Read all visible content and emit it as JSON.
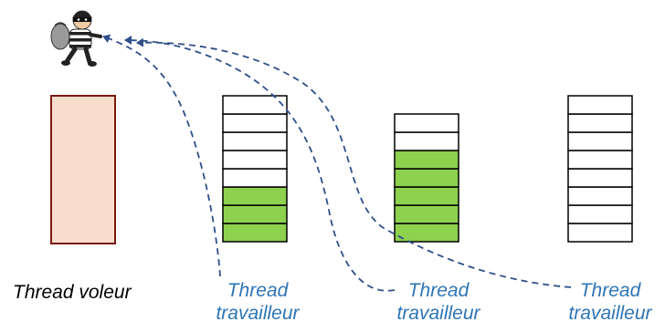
{
  "labels": {
    "thief": "Thread voleur",
    "workers": [
      {
        "line1": "Thread",
        "line2": "travailleur"
      },
      {
        "line1": "Thread",
        "line2": "travailleur"
      },
      {
        "line1": "Thread",
        "line2": "travailleur"
      }
    ]
  },
  "queues": [
    {
      "slots": 8,
      "filled": 3
    },
    {
      "slots": 7,
      "filled": 5
    },
    {
      "slots": 8,
      "filled": 0
    }
  ],
  "icons": {
    "thief": "burglar-icon"
  },
  "colors": {
    "thief_box_fill": "#f8dccc",
    "thief_box_stroke": "#7a1a14",
    "slot_filled": "#8ed14f",
    "slot_empty": "#ffffff",
    "slot_stroke": "#000000",
    "arrow": "#2f4f8a",
    "worker_label": "#2e75b6",
    "thief_label": "#000000"
  }
}
